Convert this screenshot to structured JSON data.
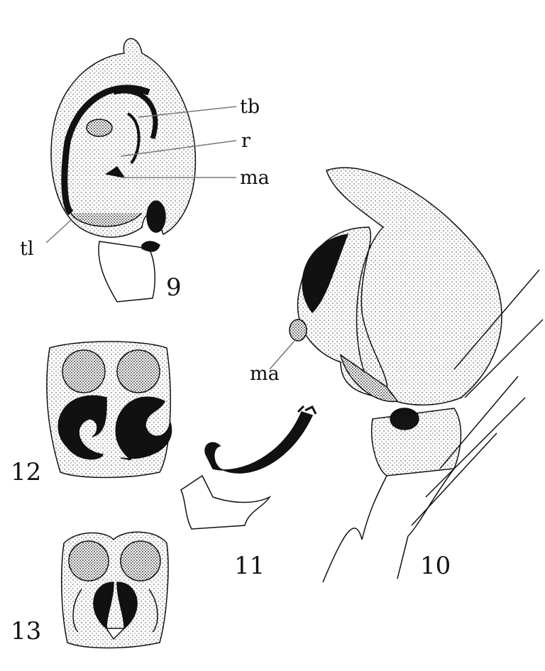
{
  "figures": {
    "fig9": {
      "number": "9",
      "labels": {
        "tb": "tb",
        "r": "r",
        "ma": "ma",
        "tl": "tl"
      }
    },
    "fig10": {
      "number": "10",
      "labels": {
        "ma": "ma"
      }
    },
    "fig11": {
      "number": "11"
    },
    "fig12": {
      "number": "12"
    },
    "fig13": {
      "number": "13"
    }
  }
}
